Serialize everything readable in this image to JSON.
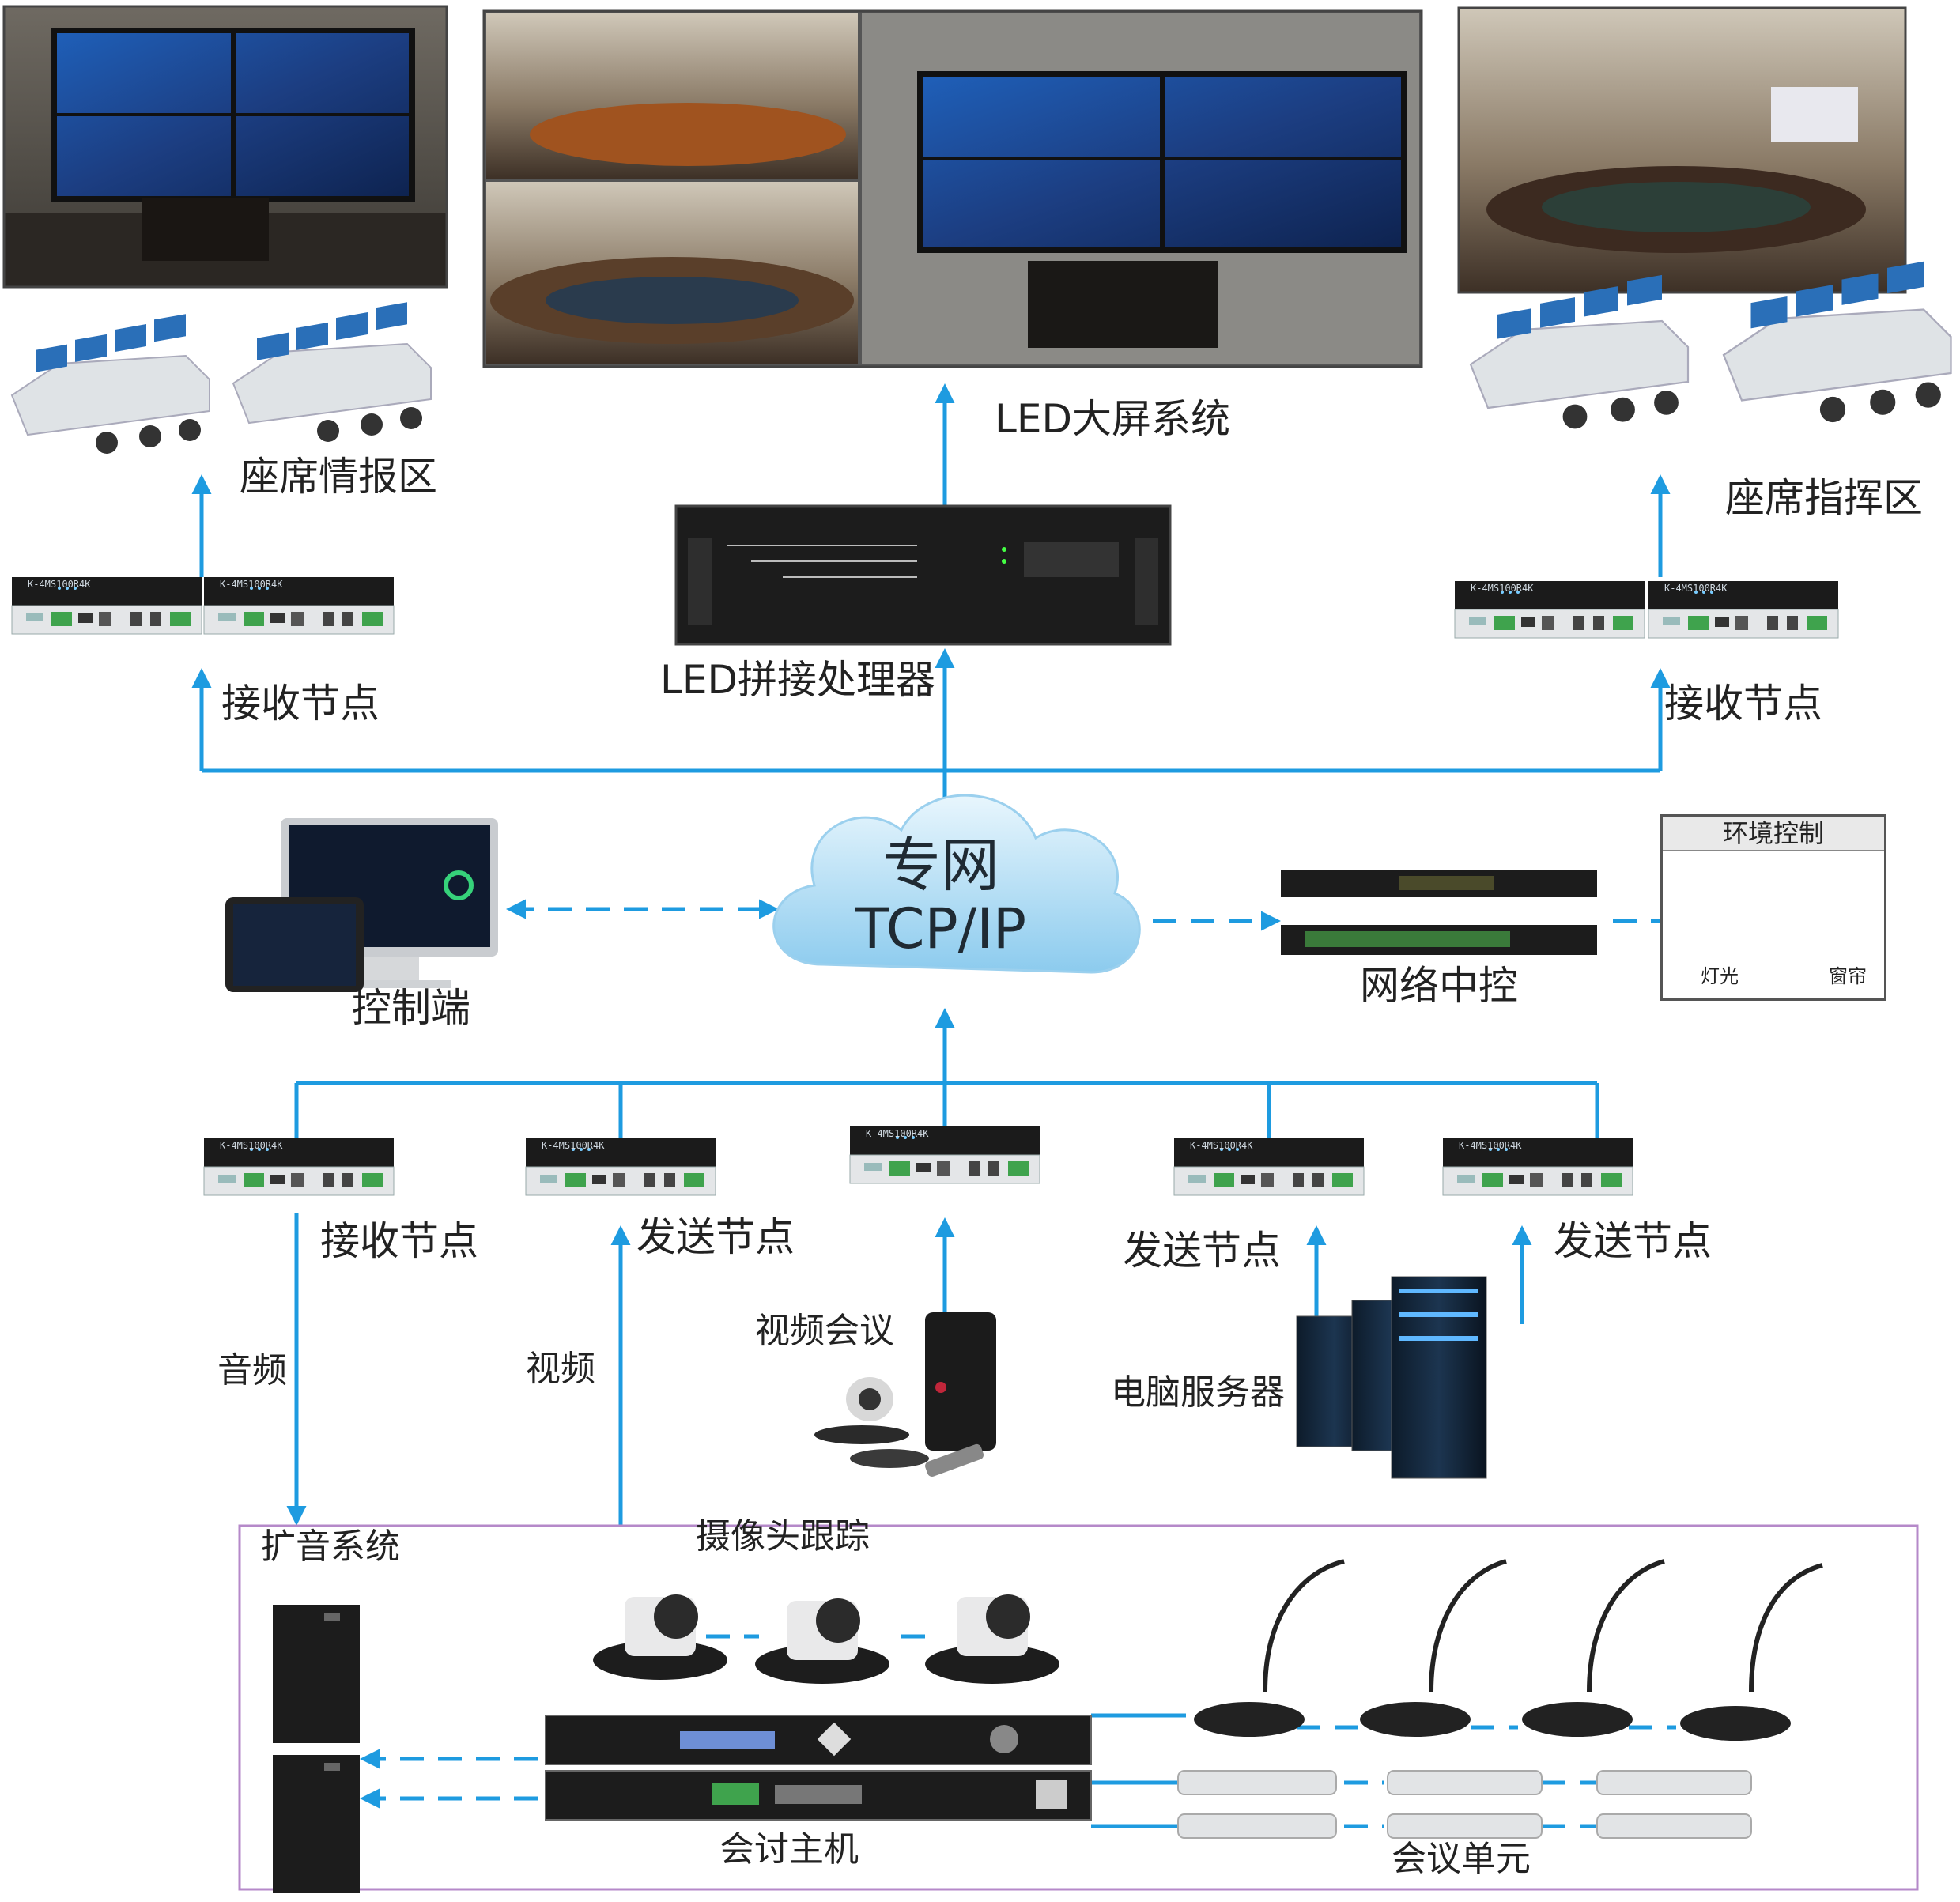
{
  "labels": {
    "seat_intel_zone": "座席情报区",
    "led_screen_system": "LED大屏系统",
    "seat_command_zone": "座席指挥区",
    "receive_node_1": "接收节点",
    "led_processor": "LED拼接处理器",
    "receive_node_2": "接收节点",
    "network_line1": "专网",
    "network_line2": "TCP/IP",
    "control_terminal": "控制端",
    "network_central_control": "网络中控",
    "env_control_title": "环境控制",
    "env_light": "灯光",
    "env_curtain": "窗帘",
    "receive_node_3": "接收节点",
    "send_node_1": "发送节点",
    "send_node_2": "发送节点",
    "send_node_3": "发送节点",
    "audio": "音频",
    "video": "视频",
    "video_conference": "视频会议",
    "pc_server": "电脑服务器",
    "pa_system": "扩音系统",
    "camera_tracking": "摄像头跟踪",
    "conference_host": "会讨主机",
    "conference_unit": "会议单元"
  },
  "device_model": "K-4MS100R4K",
  "colors": {
    "connector": "#1e9be0",
    "device_body": "#1b1b1b",
    "device_panel": "#e4e6e8",
    "cloud": "#bfe3f6",
    "frame": "#b589c9"
  },
  "icons": {
    "led_wall": "video-wall-photo",
    "conference_room": "conference-room-photo",
    "console": "seat-console-icon",
    "node": "av-node-device-icon",
    "processor": "rack-processor-icon",
    "cloud": "network-cloud-icon",
    "monitor": "monitor-tablet-icon",
    "control_rack": "rack-controller-icon",
    "bulb": "light-bulb-icon",
    "curtain": "curtain-icon",
    "codec": "video-conference-codec-icon",
    "server": "server-rack-icon",
    "speaker": "speaker-icon",
    "ptz_camera": "ptz-camera-icon",
    "host": "conference-host-icon",
    "microphone": "gooseneck-microphone-icon",
    "delegate_unit": "delegate-unit-icon"
  }
}
